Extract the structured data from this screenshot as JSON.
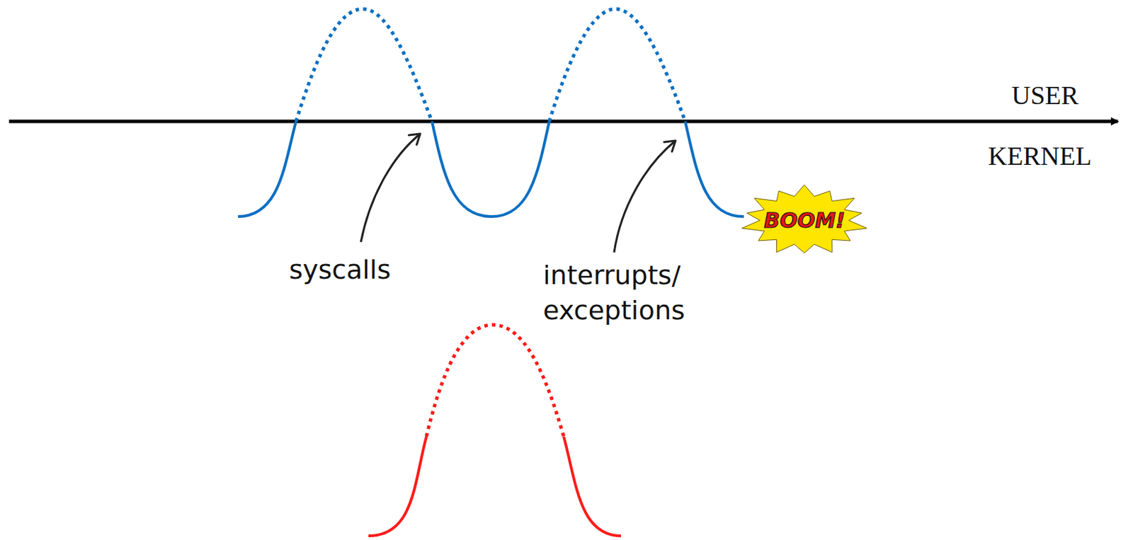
{
  "diagram": {
    "nodes": [
      {
        "text": [
          "BOOM!"
        ]
      }
    ],
    "labels": [
      "USER",
      "KERNEL",
      "syscalls",
      "interrupts/ exceptions"
    ]
  }
}
